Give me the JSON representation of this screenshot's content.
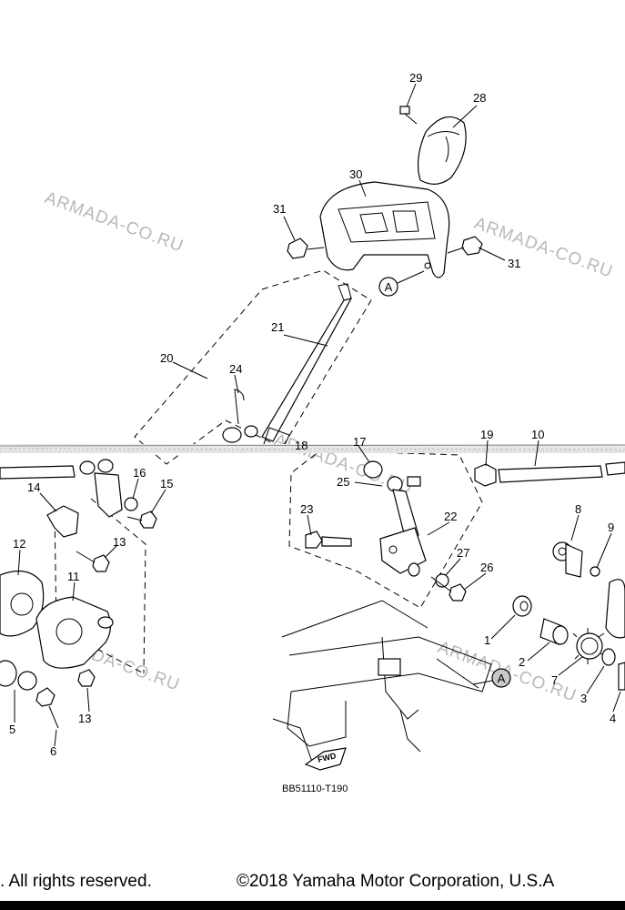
{
  "watermark": [
    "ARMADA-CO.RU",
    "ARMADA-CO.RU",
    "ARMADA-CO.RU",
    "ARMADA-CO.RU",
    "ARMADA-CO.RU"
  ],
  "diagram_code": "BB51110-T190",
  "fwd_label": "FWD",
  "ref_marker": "A",
  "callouts": {
    "c1": "1",
    "c2": "2",
    "c3": "3",
    "c4": "4",
    "c5": "5",
    "c6": "6",
    "c7": "7",
    "c8": "8",
    "c9": "9",
    "c10": "10",
    "c11": "11",
    "c12": "12",
    "c13a": "13",
    "c13b": "13",
    "c14": "14",
    "c15": "15",
    "c16": "16",
    "c17": "17",
    "c18": "18",
    "c19": "19",
    "c20": "20",
    "c21": "21",
    "c22": "22",
    "c23": "23",
    "c24": "24",
    "c25": "25",
    "c26": "26",
    "c27": "27",
    "c28": "28",
    "c29": "29",
    "c30": "30",
    "c31a": "31",
    "c31b": "31"
  },
  "footer": {
    "left_text": ". All rights reserved.",
    "right_text": "©2018 Yamaha Motor Corporation, U.S.A"
  }
}
